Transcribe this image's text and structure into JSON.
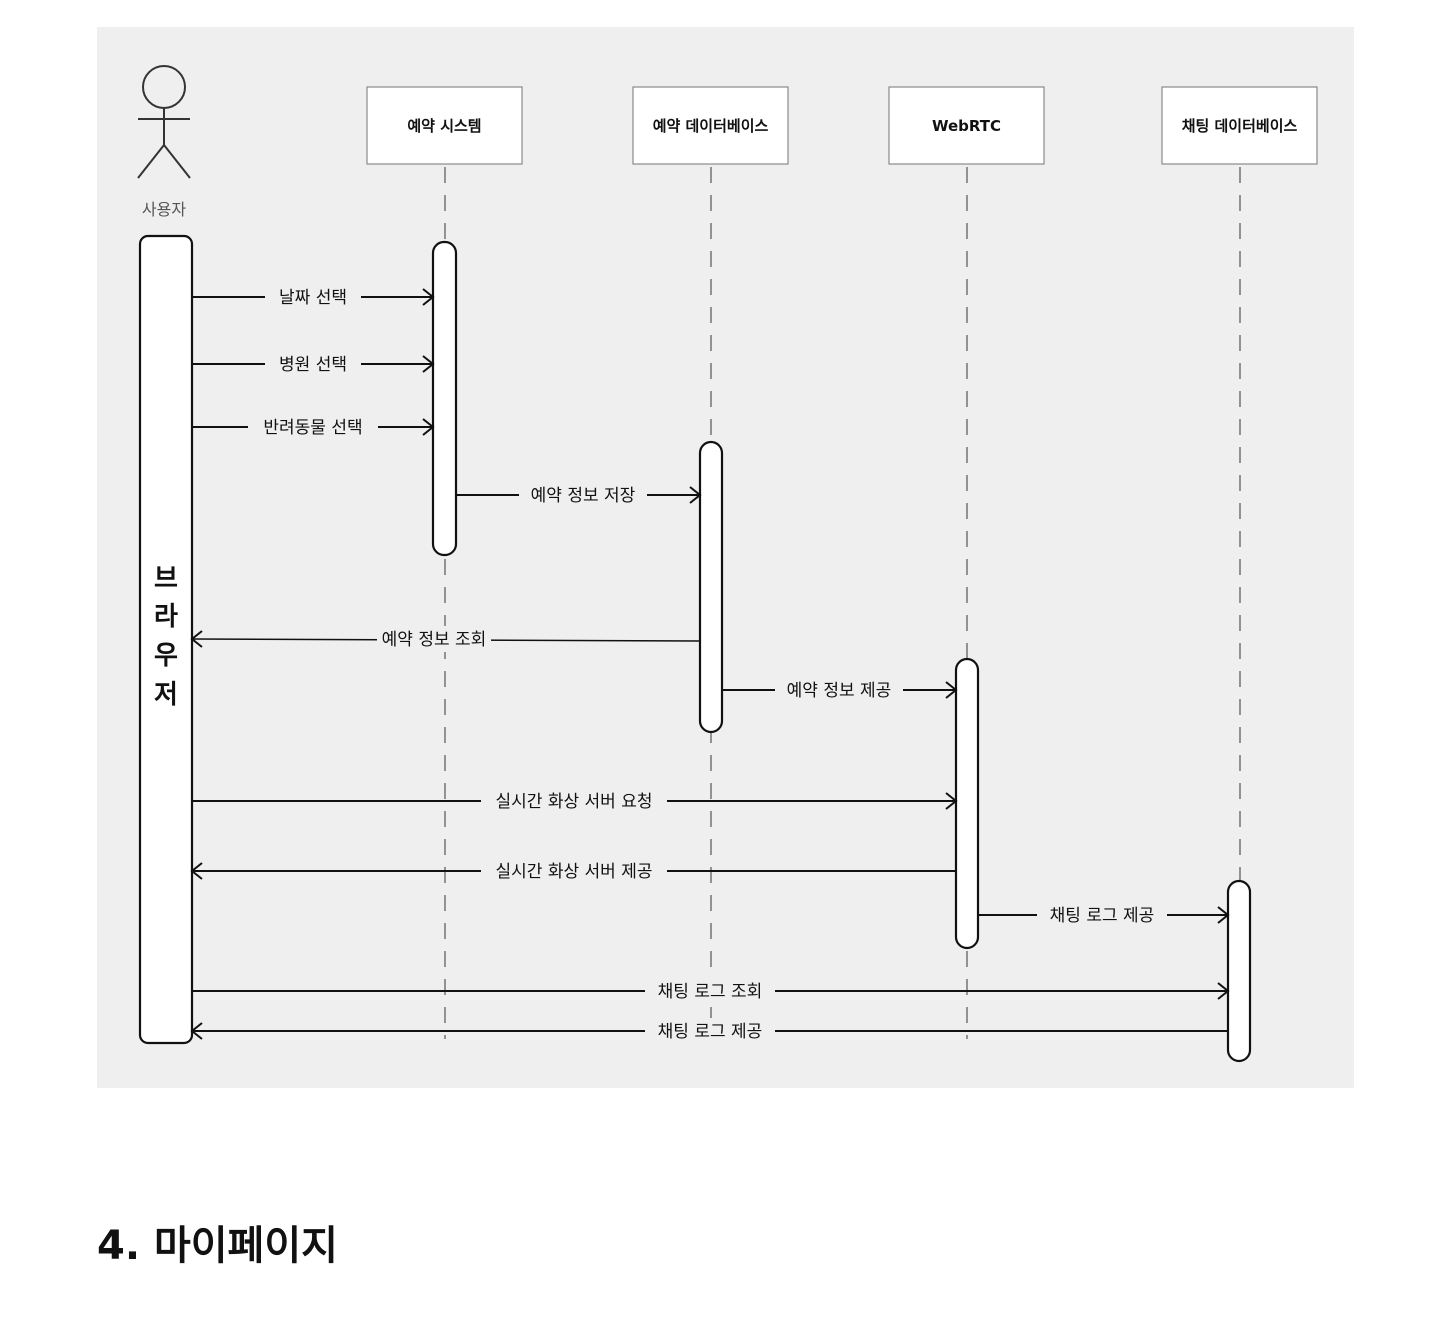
{
  "diagram": {
    "actor": {
      "label": "사용자"
    },
    "browser": {
      "label": [
        "브",
        "라",
        "우",
        "저"
      ]
    },
    "participants": [
      {
        "id": "reservation_system",
        "label": "예약 시스템"
      },
      {
        "id": "reservation_db",
        "label": "예약 데이터베이스"
      },
      {
        "id": "webrtc",
        "label": "WebRTC"
      },
      {
        "id": "chat_db",
        "label": "채팅 데이터베이스"
      }
    ],
    "messages": [
      {
        "from": "browser",
        "to": "reservation_system",
        "label": "날짜 선택"
      },
      {
        "from": "browser",
        "to": "reservation_system",
        "label": "병원 선택"
      },
      {
        "from": "browser",
        "to": "reservation_system",
        "label": "반려동물 선택"
      },
      {
        "from": "reservation_system",
        "to": "reservation_db",
        "label": "예약 정보 저장"
      },
      {
        "from": "reservation_db",
        "to": "browser",
        "label": "예약 정보 조회"
      },
      {
        "from": "reservation_db",
        "to": "webrtc",
        "label": "예약 정보 제공"
      },
      {
        "from": "browser",
        "to": "webrtc",
        "label": "실시간 화상 서버 요청"
      },
      {
        "from": "webrtc",
        "to": "browser",
        "label": "실시간 화상 서버 제공"
      },
      {
        "from": "webrtc",
        "to": "chat_db",
        "label": "채팅 로그 제공"
      },
      {
        "from": "browser",
        "to": "chat_db",
        "label": "채팅 로그 조회"
      },
      {
        "from": "chat_db",
        "to": "browser",
        "label": "채팅 로그 제공"
      }
    ]
  },
  "section": {
    "heading": "4. 마이페이지"
  }
}
